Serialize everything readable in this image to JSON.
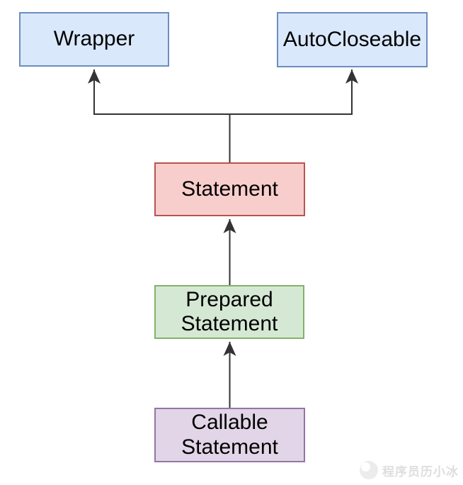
{
  "diagram": {
    "type": "class-hierarchy",
    "nodes": [
      {
        "id": "wrapper",
        "label": "Wrapper",
        "fill": "#dae8fc",
        "border": "#6c8ebf"
      },
      {
        "id": "autocloseable",
        "label": "AutoCloseable",
        "fill": "#dae8fc",
        "border": "#6c8ebf"
      },
      {
        "id": "statement",
        "label": "Statement",
        "fill": "#f8cecc",
        "border": "#b85450"
      },
      {
        "id": "prepared-statement",
        "label": "Prepared\nStatement",
        "fill": "#d5e8d4",
        "border": "#82b366"
      },
      {
        "id": "callable-statement",
        "label": "Callable\nStatement",
        "fill": "#e1d5e7",
        "border": "#9673a6"
      }
    ],
    "edges": [
      {
        "from": "Statement",
        "to": "Wrapper",
        "type": "inheritance-arrow"
      },
      {
        "from": "Statement",
        "to": "AutoCloseable",
        "type": "inheritance-arrow"
      },
      {
        "from": "Prepared Statement",
        "to": "Statement",
        "type": "inheritance-arrow"
      },
      {
        "from": "Callable Statement",
        "to": "Prepared Statement",
        "type": "inheritance-arrow"
      }
    ]
  },
  "colors": {
    "edge_line": "#333333",
    "node_text": "#000000",
    "watermark": "#dedede"
  },
  "watermark": {
    "text": "程序员历小冰"
  }
}
